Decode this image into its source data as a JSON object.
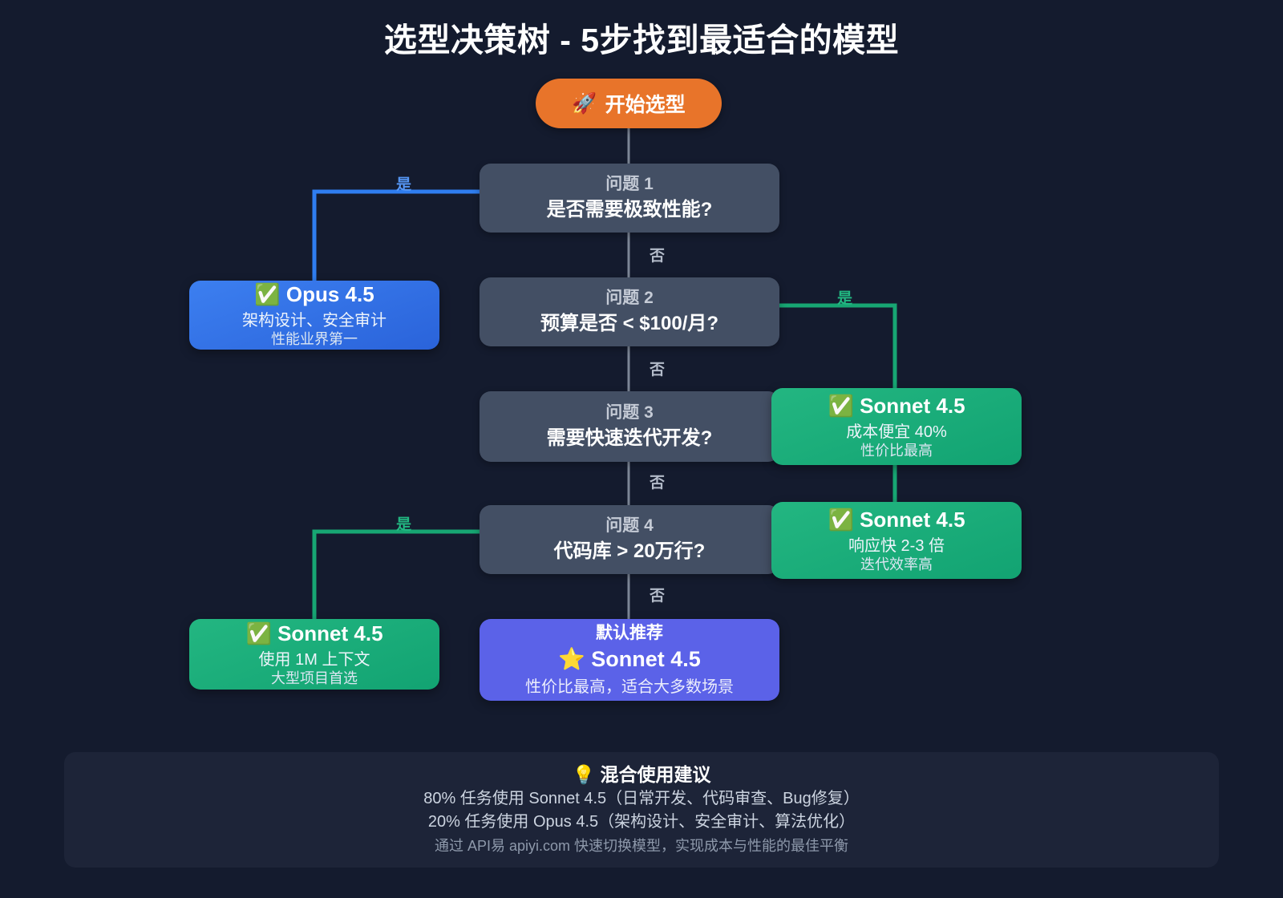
{
  "page": {
    "title": "选型决策树 - 5步找到最适合的模型",
    "background_color": "#141b2e"
  },
  "colors": {
    "start": "#e8742a",
    "question": "#434f64",
    "opus": "#3c7ff0",
    "sonnet": "#17a673",
    "default": "#5b62e8",
    "yes_blue": "#5596f5",
    "yes_green": "#22b882",
    "no_gray": "#b3bbc9",
    "footer_bg": "#1d2438"
  },
  "start_node": {
    "icon": "rocket-icon",
    "icon_glyph": "🚀",
    "label": "开始选型"
  },
  "questions": [
    {
      "id": "问题 1",
      "text": "是否需要极致性能?"
    },
    {
      "id": "问题 2",
      "text": "预算是否 < $100/月?"
    },
    {
      "id": "问题 3",
      "text": "需要快速迭代开发?"
    },
    {
      "id": "问题 4",
      "text": "代码库 > 20万行?"
    }
  ],
  "results": {
    "opus": {
      "icon": "check-mark-button-icon",
      "icon_glyph": "✅",
      "title": "Opus 4.5",
      "line1": "架构设计、安全审计",
      "line2": "性能业界第一"
    },
    "sonnet_budget": {
      "icon": "check-mark-button-icon",
      "icon_glyph": "✅",
      "title": "Sonnet 4.5",
      "line1": "成本便宜 40%",
      "line2": "性价比最高"
    },
    "sonnet_speed": {
      "icon": "check-mark-button-icon",
      "icon_glyph": "✅",
      "title": "Sonnet 4.5",
      "line1": "响应快 2-3 倍",
      "line2": "迭代效率高"
    },
    "sonnet_context": {
      "icon": "check-mark-button-icon",
      "icon_glyph": "✅",
      "title": "Sonnet 4.5",
      "line1": "使用 1M 上下文",
      "line2": "大型项目首选"
    },
    "default": {
      "kicker": "默认推荐",
      "icon": "star-icon",
      "icon_glyph": "⭐",
      "title": "Sonnet 4.5",
      "sub": "性价比最高，适合大多数场景"
    }
  },
  "edge_labels": {
    "yes": "是",
    "no": "否"
  },
  "footer": {
    "icon": "light-bulb-icon",
    "icon_glyph": "💡",
    "title": "混合使用建议",
    "line1": "80% 任务使用 Sonnet 4.5（日常开发、代码审查、Bug修复）",
    "line2": "20% 任务使用 Opus 4.5（架构设计、安全审计、算法优化）",
    "note": "通过 API易 apiyi.com 快速切换模型，实现成本与性能的最佳平衡"
  }
}
